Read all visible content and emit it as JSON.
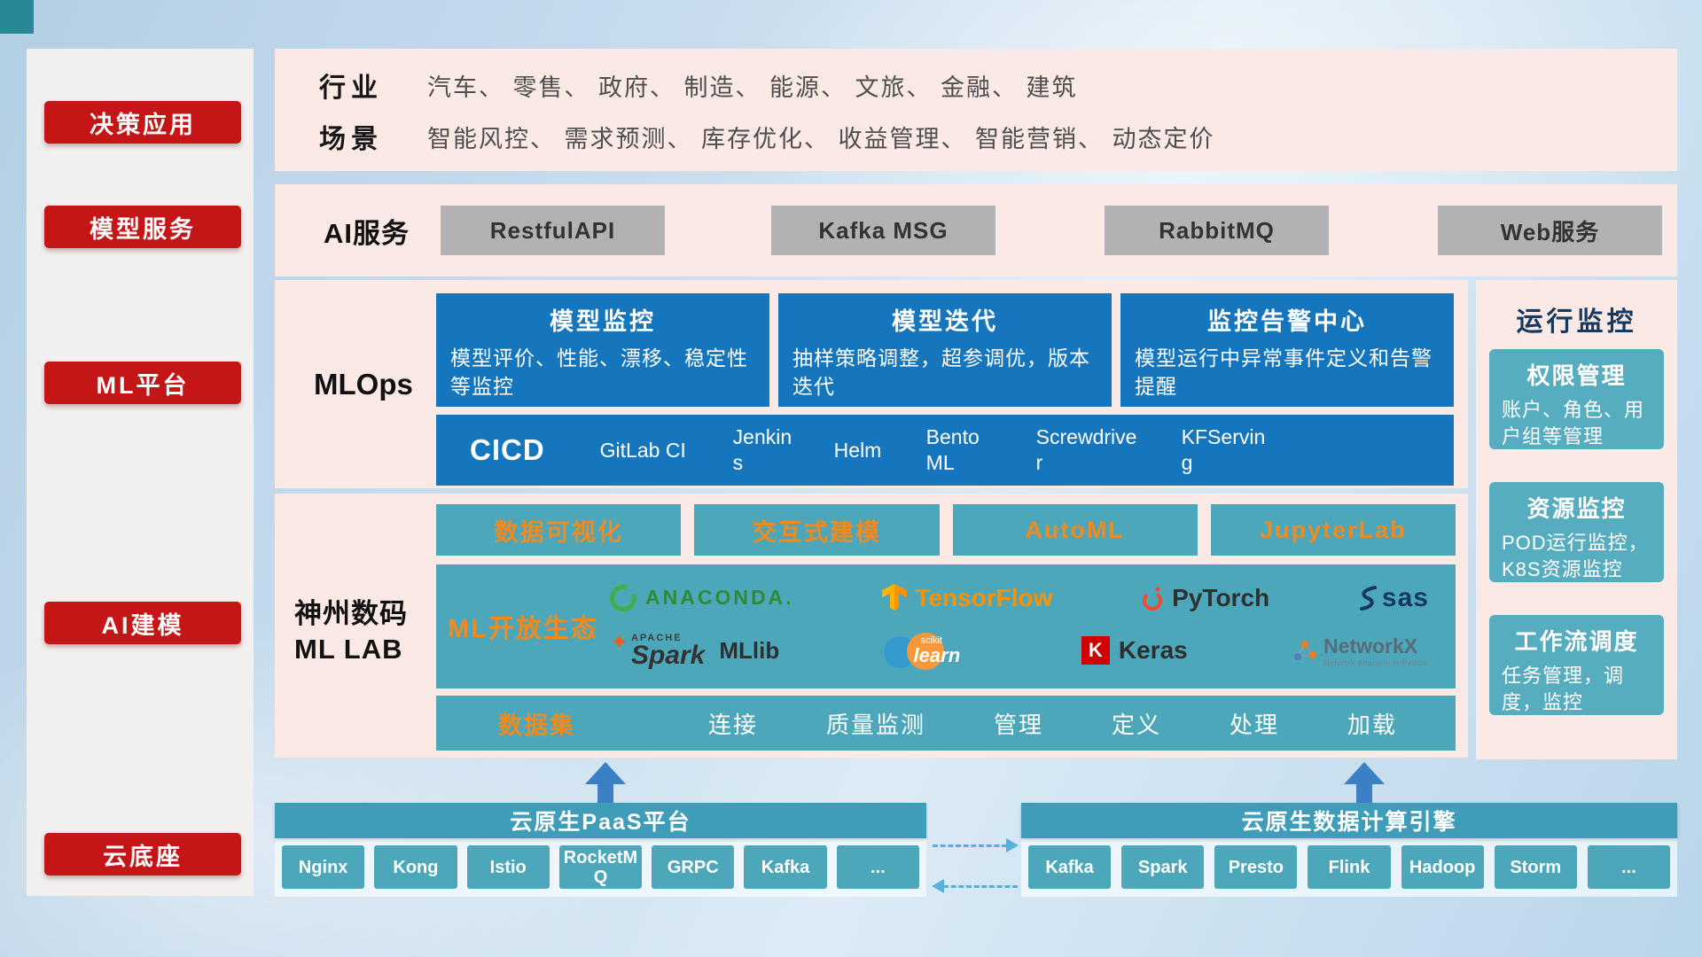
{
  "colors": {
    "red": "#c41517",
    "blue": "#1576be",
    "teal": "#4da7ba",
    "teal_light": "#57adc0",
    "teal_header": "#3f9db9",
    "orange": "#f28a1e",
    "panel_pink": "#fbe9e6",
    "navy": "#16395f"
  },
  "sidebar": {
    "items": [
      "决策应用",
      "模型服务",
      "ML平台",
      "AI建模",
      "云底座"
    ]
  },
  "industry": {
    "rows": [
      {
        "label": "行业",
        "text": "汽车、 零售、 政府、 制造、 能源、 文旅、 金融、 建筑"
      },
      {
        "label": "场景",
        "text": "智能风控、 需求预测、 库存优化、 收益管理、 智能营销、 动态定价"
      }
    ]
  },
  "ai_service": {
    "label": "AI服务",
    "buttons": [
      "RestfulAPI",
      "Kafka MSG",
      "RabbitMQ",
      "Web服务"
    ]
  },
  "mlops": {
    "label": "MLOps",
    "cards": [
      {
        "title": "模型监控",
        "desc": "模型评价、性能、漂移、稳定性等监控"
      },
      {
        "title": "模型迭代",
        "desc": "抽样策略调整，超参调优，版本迭代"
      },
      {
        "title": "监控告警中心",
        "desc": "模型运行中异常事件定义和告警提醒"
      }
    ],
    "cicd_label": "CICD",
    "cicd_tools": [
      "GitLab CI",
      "Jenkins",
      "Helm",
      "BentoML",
      "Screwdriver",
      "KFServing"
    ]
  },
  "mllab": {
    "label_line1": "神州数码",
    "label_line2": "ML LAB",
    "feature_buttons": [
      "数据可视化",
      "交互式建模",
      "AutoML",
      "JupyterLab"
    ],
    "ecosystem_label": "ML开放生态",
    "logos": {
      "anaconda": {
        "text": "ANACONDA."
      },
      "tensorflow": {
        "text": "TensorFlow"
      },
      "pytorch": {
        "text": "PyTorch"
      },
      "sas": {
        "text": "sas"
      },
      "spark": {
        "apache": "APACHE",
        "text": "Spark",
        "suffix": "MLlib"
      },
      "sklearn": {
        "top": "scikit",
        "text": "learn"
      },
      "keras": {
        "letter": "K",
        "text": "Keras"
      },
      "networkx": {
        "text": "NetworkX",
        "tagline": "Network Analysis in Python"
      }
    },
    "dataset": {
      "label": "数据集",
      "items": [
        "连接",
        "质量监测",
        "管理",
        "定义",
        "处理",
        "加载"
      ]
    }
  },
  "monitor": {
    "title": "运行监控",
    "cards": [
      {
        "title": "权限管理",
        "desc": "账户、角色、用户组等管理"
      },
      {
        "title": "资源监控",
        "desc": "POD运行监控，K8S资源监控"
      },
      {
        "title": "工作流调度",
        "desc": "任务管理，调度，监控"
      }
    ]
  },
  "foundation": {
    "paas": {
      "title": "云原生PaaS平台",
      "items": [
        "Nginx",
        "Kong",
        "Istio",
        "RocketMQ",
        "GRPC",
        "Kafka",
        "..."
      ]
    },
    "engine": {
      "title": "云原生数据计算引擎",
      "items": [
        "Kafka",
        "Spark",
        "Presto",
        "Flink",
        "Hadoop",
        "Storm",
        "..."
      ]
    }
  }
}
